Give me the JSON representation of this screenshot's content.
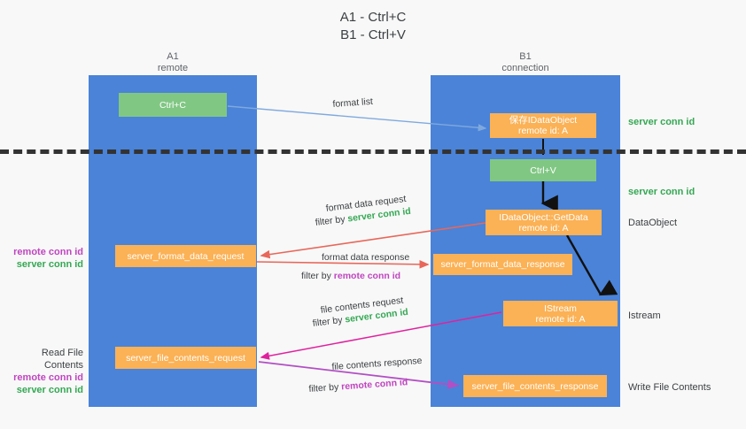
{
  "title": "A1 - Ctrl+C\nB1 - Ctrl+V",
  "columns": {
    "left": "A1\nremote",
    "right": "B1\nconnection"
  },
  "colors": {
    "lane": "#4a83d8",
    "green_box": "#81c784",
    "orange_box": "#fbb155",
    "server_conn_id": "#34a853",
    "remote_conn_id": "#c045c0",
    "divider": "#333333",
    "background": "#f8f8f8"
  },
  "nodes": {
    "ctrl_c": "Ctrl+C",
    "idataobject": "保存IDataObject\nremote id: A",
    "ctrl_v": "Ctrl+V",
    "getdata": "IDataObject::GetData\nremote id: A",
    "format_data_request": "server_format_data_request",
    "format_data_response": "server_format_data_response",
    "istream": "IStream\nremote id: A",
    "file_contents_request": "server_file_contents_request",
    "file_contents_response": "server_file_contents_response"
  },
  "side_labels": {
    "server_conn_id_top": "server conn id",
    "server_conn_id_mid": "server conn id",
    "dataobject": "DataObject",
    "istream": "Istream",
    "write_file_contents": "Write File Contents"
  },
  "left_labels": {
    "read_file_contents": "Read File Contents",
    "remote_conn_id": "remote conn id",
    "server_conn_id": "server conn id"
  },
  "edges": {
    "format_list": "format list",
    "format_data_request": "format data request",
    "format_data_request_filter_prefix": "filter by ",
    "format_data_request_filter_value": "server conn id",
    "format_data_response": "format data response",
    "format_data_response_filter_prefix": "filter by ",
    "format_data_response_filter_value": "remote conn id",
    "file_contents_request": "file contents request",
    "file_contents_request_filter_prefix": "filter by ",
    "file_contents_request_filter_value": "server conn id",
    "file_contents_response": "file contents response",
    "file_contents_response_filter_prefix": "filter by ",
    "file_contents_response_filter_value": "remote conn id"
  }
}
